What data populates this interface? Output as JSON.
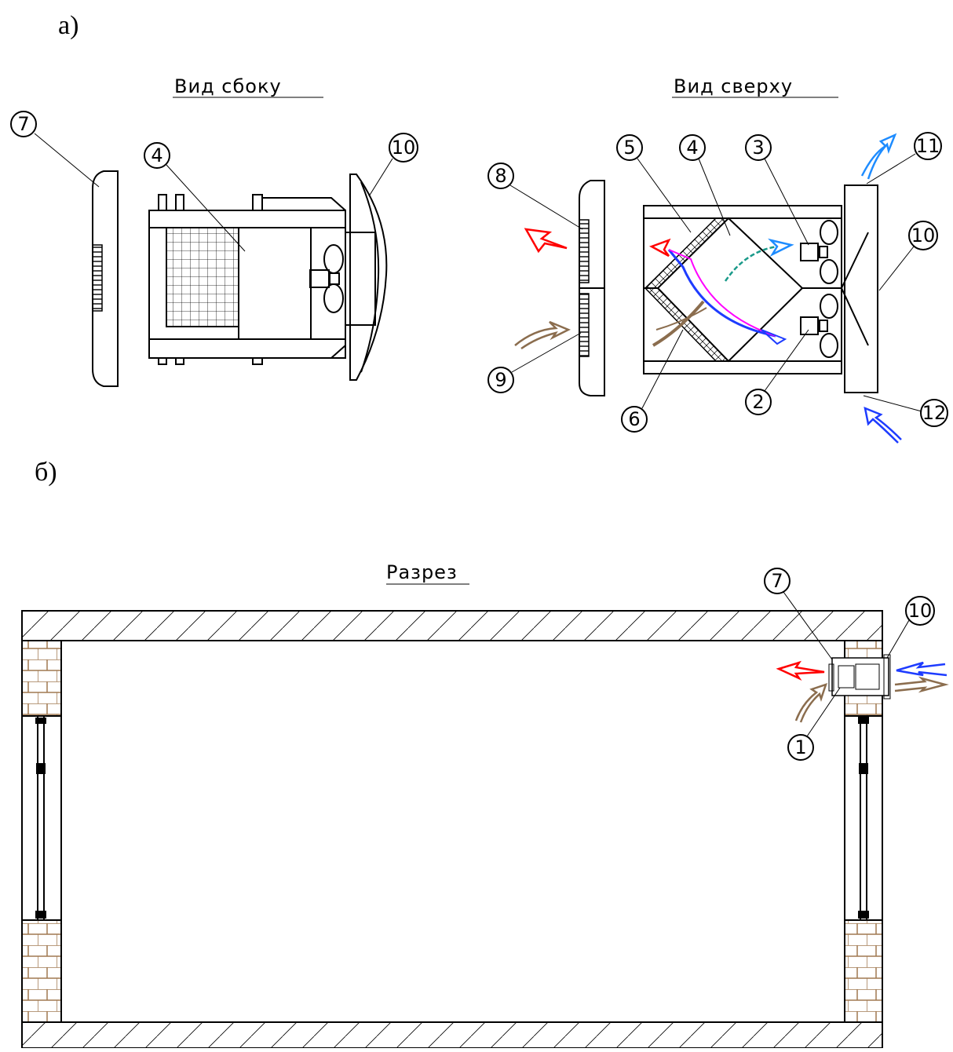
{
  "panels": {
    "a": {
      "label": "а)"
    },
    "b": {
      "label": "б)"
    }
  },
  "views": {
    "side": {
      "title": "Вид сбоку"
    },
    "top": {
      "title": "Вид сверху"
    },
    "section": {
      "title": "Разрез"
    }
  },
  "callouts": {
    "side": {
      "c7": "7",
      "c4": "4",
      "c10": "10"
    },
    "top": {
      "c8": "8",
      "c5": "5",
      "c4": "4",
      "c3": "3",
      "c11": "11",
      "c10": "10",
      "c9": "9",
      "c6": "6",
      "c2": "2",
      "c12": "12"
    },
    "section": {
      "c7": "7",
      "c10": "10",
      "c1": "1"
    }
  },
  "colors": {
    "line": "#000000",
    "exhaust_out": "#ff0000",
    "supply_in": "#8b6d4e",
    "fresh_in": "#1e3cff",
    "exhaust_outside": "#1e8cff",
    "flow_magenta": "#ff00ff",
    "flow_teal": "#1a9a8a",
    "brick": "#a07850"
  }
}
